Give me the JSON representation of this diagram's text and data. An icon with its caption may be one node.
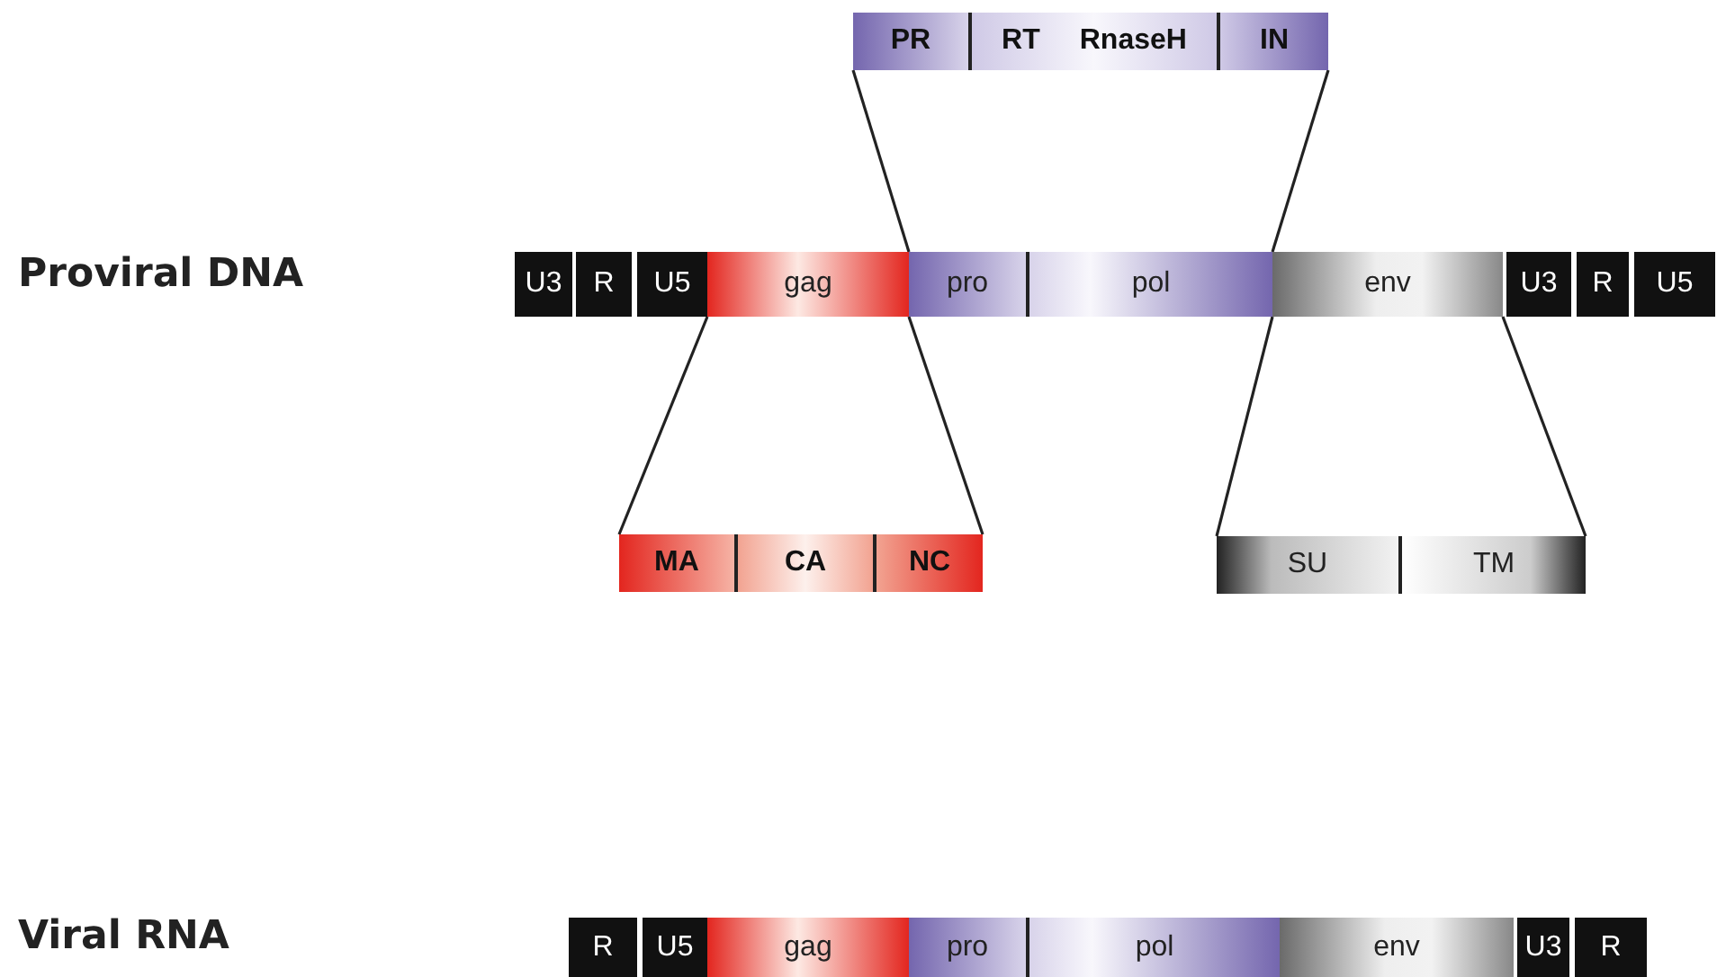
{
  "diagram": {
    "nodes": [
      {
        "text": [
          "PR"
        ]
      },
      {
        "text": [
          "RT",
          "RnaseH"
        ]
      },
      {
        "text": [
          "IN"
        ]
      },
      {
        "text": [
          "U3"
        ]
      },
      {
        "text": [
          "R"
        ]
      },
      {
        "text": [
          "U5"
        ]
      },
      {
        "text": [
          "gag"
        ]
      },
      {
        "text": [
          "pro"
        ]
      },
      {
        "text": [
          "pol"
        ]
      },
      {
        "text": [
          "env"
        ]
      },
      {
        "text": [
          "U3"
        ]
      },
      {
        "text": [
          "R"
        ]
      },
      {
        "text": [
          "U5"
        ]
      },
      {
        "text": [
          "MA"
        ]
      },
      {
        "text": [
          "CA"
        ]
      },
      {
        "text": [
          "NC"
        ]
      },
      {
        "text": [
          "SU"
        ]
      },
      {
        "text": [
          "TM"
        ]
      },
      {
        "text": [
          "R"
        ]
      },
      {
        "text": [
          "U5"
        ]
      },
      {
        "text": [
          "gag"
        ]
      },
      {
        "text": [
          "pro"
        ]
      },
      {
        "text": [
          "pol"
        ]
      },
      {
        "text": [
          "env"
        ]
      },
      {
        "text": [
          "U3"
        ]
      },
      {
        "text": [
          "R"
        ]
      }
    ],
    "edges": [
      {
        "from": 7,
        "to": 0,
        "arrow": "none"
      },
      {
        "from": 8,
        "to": 2,
        "arrow": "none"
      },
      {
        "from": 6,
        "to": 13,
        "arrow": "none"
      },
      {
        "from": 6,
        "to": 15,
        "arrow": "none"
      },
      {
        "from": 9,
        "to": 16,
        "arrow": "none"
      },
      {
        "from": 9,
        "to": 17,
        "arrow": "none"
      }
    ],
    "labels": [
      "Proviral DNA",
      "Viral RNA"
    ]
  }
}
